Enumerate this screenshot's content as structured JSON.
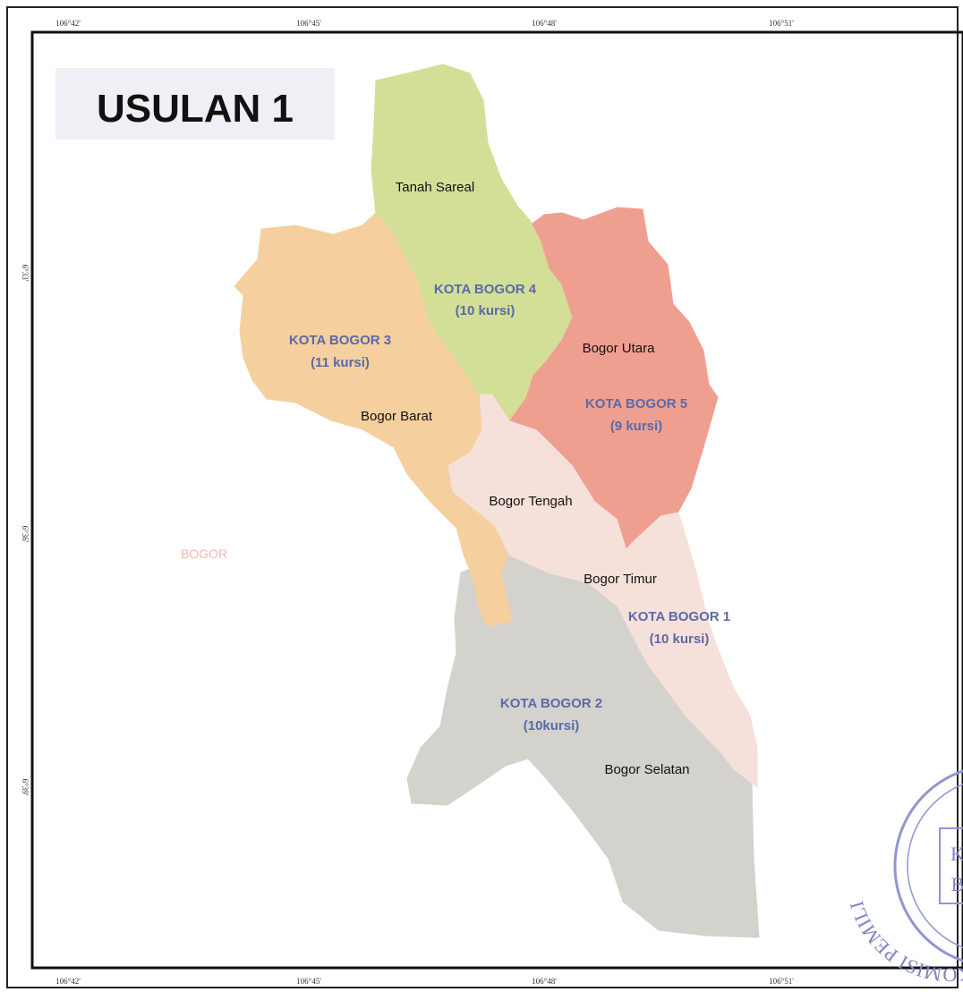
{
  "title": "USULAN 1",
  "outside_label": "BOGOR",
  "grid_labels": {
    "top": [
      "106°42'",
      "106°45'",
      "106°48'",
      "106°51'"
    ],
    "bottom": [
      "106°42'",
      "106°45'",
      "106°48'",
      "106°51'"
    ],
    "left": [
      "6°33'",
      "6°36'",
      "6°39'"
    ]
  },
  "dapil": [
    {
      "name": "KOTA BOGOR 1",
      "seats": "(10 kursi)",
      "districts": [
        "Bogor Timur",
        "Bogor Tengah"
      ],
      "color": "#f6e0da"
    },
    {
      "name": "KOTA BOGOR 2",
      "seats": "(10kursi)",
      "districts": [
        "Bogor Selatan"
      ],
      "color": "#d3d2cc"
    },
    {
      "name": "KOTA BOGOR 3",
      "seats": "(11 kursi)",
      "districts": [
        "Bogor Barat"
      ],
      "color": "#f6cf9f"
    },
    {
      "name": "KOTA BOGOR 4",
      "seats": "(10 kursi)",
      "districts": [
        "Tanah Sareal"
      ],
      "color": "#d3de97"
    },
    {
      "name": "KOTA BOGOR 5",
      "seats": "(9 kursi)",
      "districts": [
        "Bogor Utara"
      ],
      "color": "#ef9f90"
    }
  ],
  "seal_text": "KOMISI PEMILI",
  "seal_inner": [
    "K",
    "B"
  ]
}
